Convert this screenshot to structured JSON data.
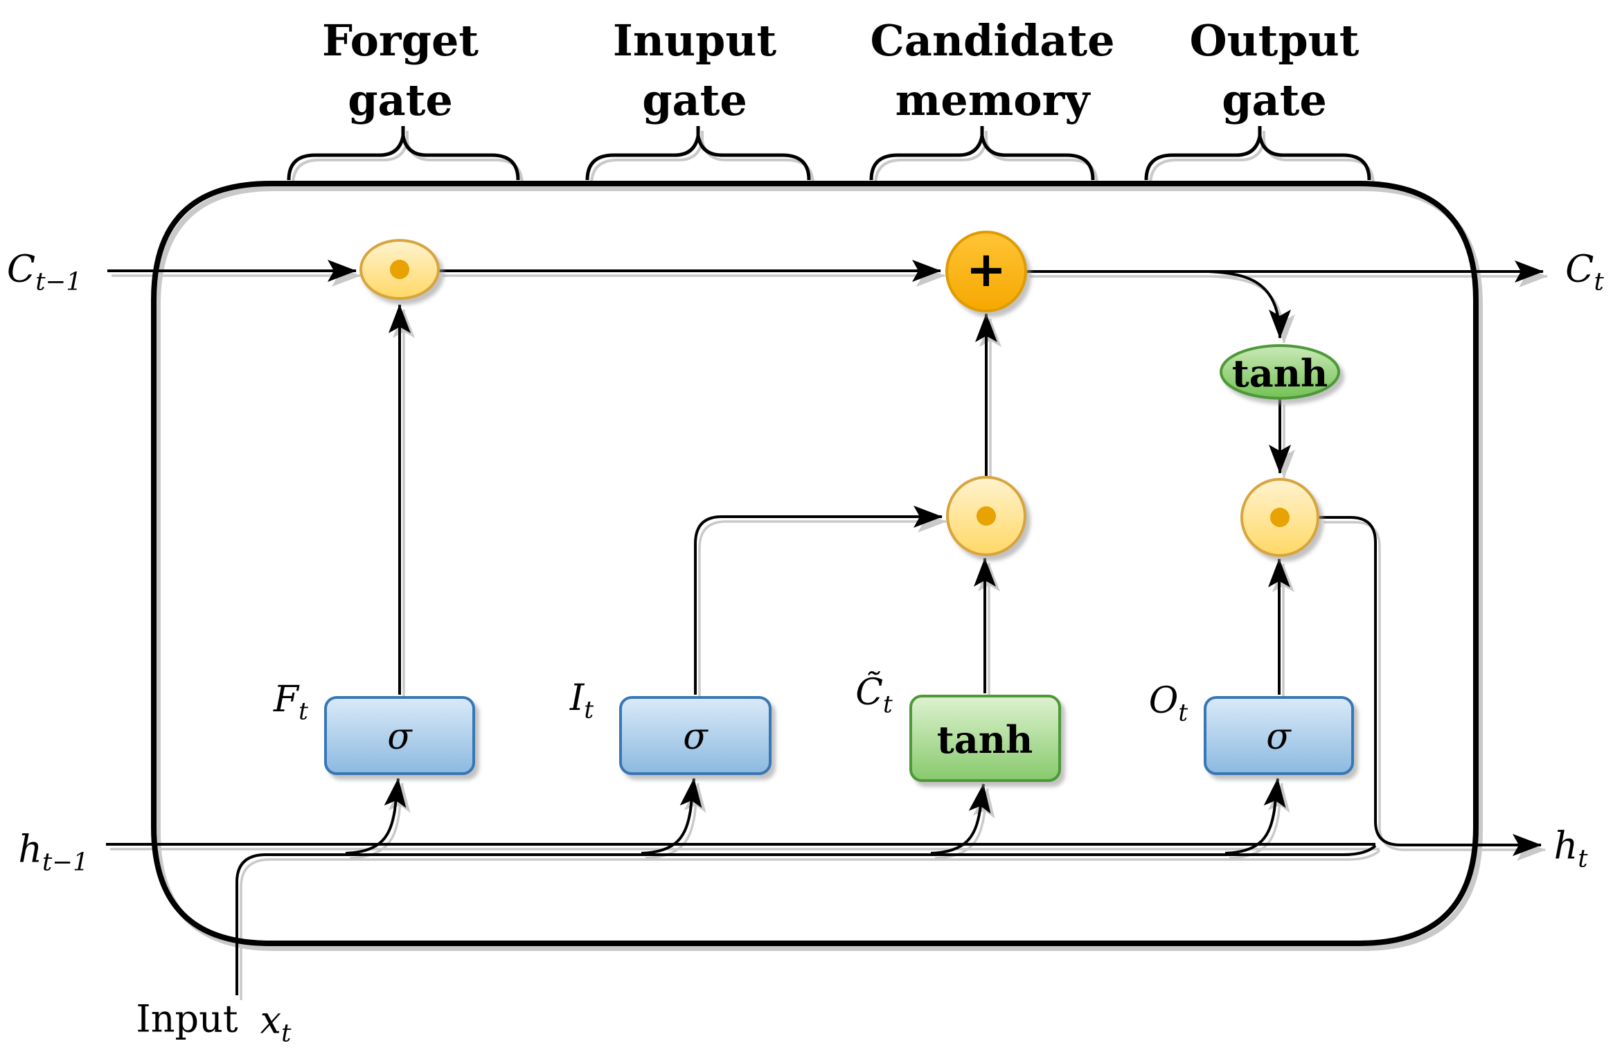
{
  "diagram": {
    "gates": [
      {
        "id": "forget",
        "line1": "Forget",
        "line2": "gate"
      },
      {
        "id": "input",
        "line1": "Inuput",
        "line2": "gate"
      },
      {
        "id": "candidate",
        "line1": "Candidate",
        "line2": "memory"
      },
      {
        "id": "output",
        "line1": "Output",
        "line2": "gate"
      }
    ],
    "io_labels": {
      "cell_in": {
        "base": "C",
        "sub": "t−1"
      },
      "cell_out": {
        "base": "C",
        "sub": "t"
      },
      "hidden_in": {
        "base": "h",
        "sub": "t−1"
      },
      "hidden_out": {
        "base": "h",
        "sub": "t"
      },
      "input_word": "Input",
      "input_var": {
        "base": "x",
        "sub": "t"
      }
    },
    "unit_labels": {
      "forget_var": {
        "base": "F",
        "sub": "t"
      },
      "input_var": {
        "base": "I",
        "sub": "t"
      },
      "candidate_var": {
        "base": "C̃",
        "sub": "t"
      },
      "output_var": {
        "base": "O",
        "sub": "t"
      }
    },
    "operators": {
      "sigma": "σ",
      "tanh_box": "tanh",
      "tanh_activation": "tanh",
      "sum": "+"
    },
    "colors": {
      "text": "#000000",
      "line": "#000000",
      "line_shadow": "#c9c9c9",
      "node_yellow_hi": "#fff3cf",
      "node_yellow_lo": "#ffd865",
      "node_yellow_border": "#d8a43c",
      "node_dot": "#e8a202",
      "node_orange_hi": "#ffc437",
      "node_orange_lo": "#f6a800",
      "node_orange_border": "#de9c04",
      "node_green_hi": "#c9e9b7",
      "node_green_lo": "#74c155",
      "node_green_border": "#4d9838",
      "box_green_hi": "#ddf2d0",
      "box_green_lo": "#88c96c",
      "box_blue_hi": "#d9eaf8",
      "box_blue_lo": "#8cb9e0",
      "box_blue_border": "#3876b4"
    }
  }
}
